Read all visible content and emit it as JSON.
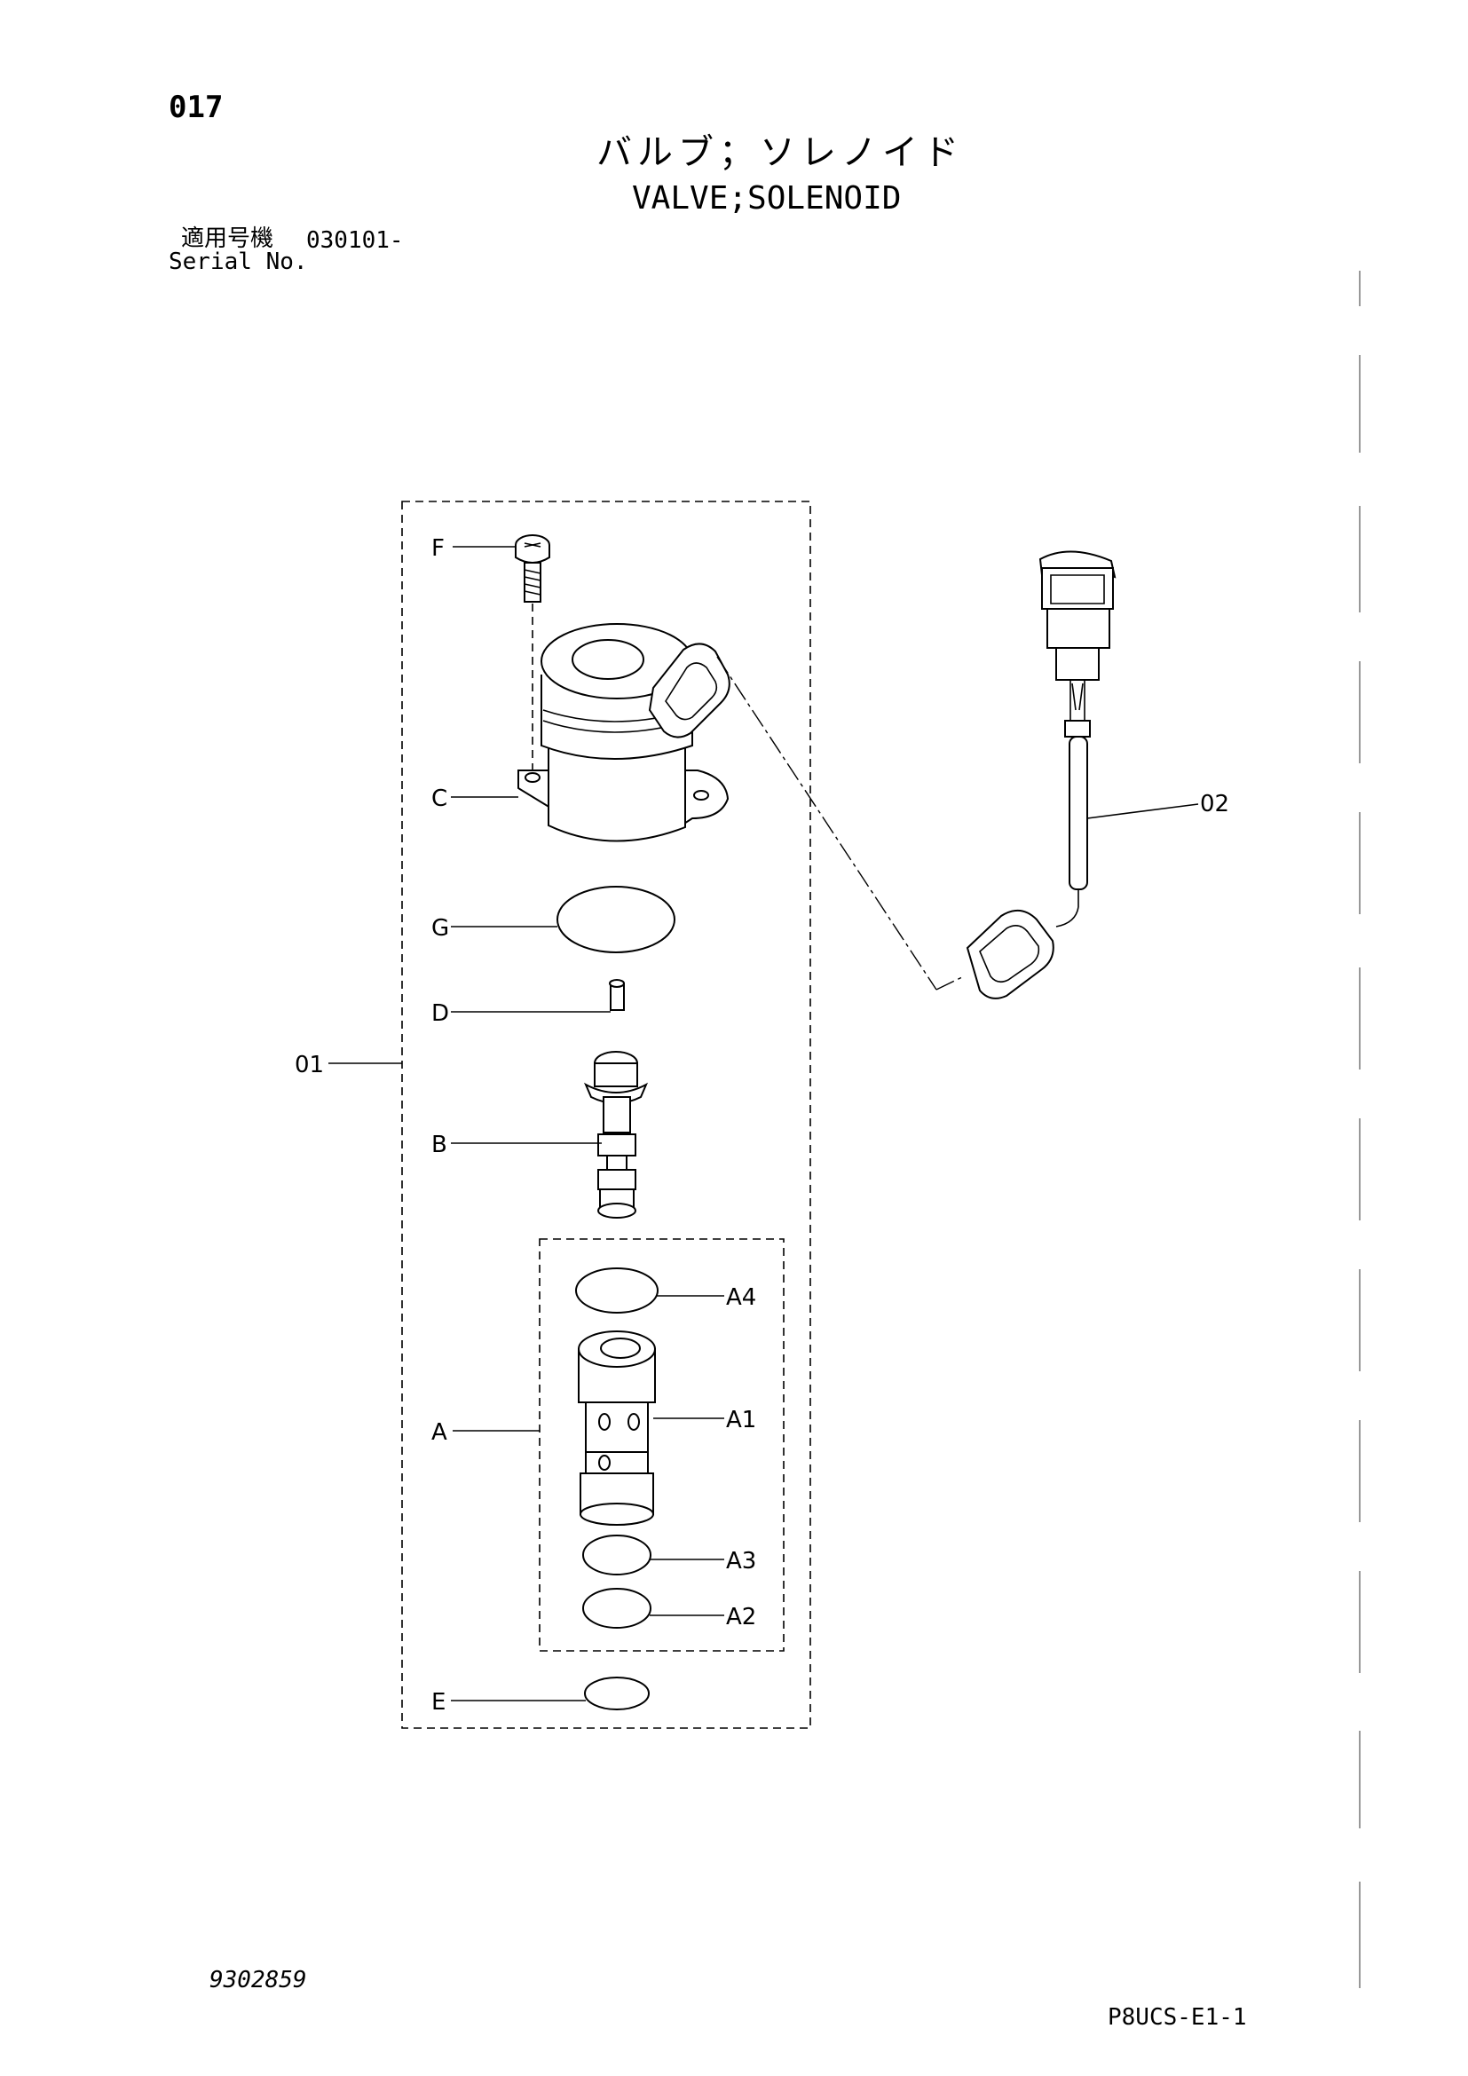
{
  "page_number": "017",
  "title_ja": "バルブ；ソレノイド",
  "title_en": "VALVE;SOLENOID",
  "serial": {
    "label_ja": "適用号機",
    "value": "030101-",
    "label_en": "Serial No."
  },
  "callouts": {
    "f": "F",
    "c": "C",
    "g": "G",
    "d": "D",
    "b": "B",
    "a": "A",
    "e": "E",
    "a1": "A1",
    "a2": "A2",
    "a3": "A3",
    "a4": "A4",
    "p01": "01",
    "p02": "02"
  },
  "drawing_number": "9302859",
  "sheet_code": "P8UCS-E1-1"
}
